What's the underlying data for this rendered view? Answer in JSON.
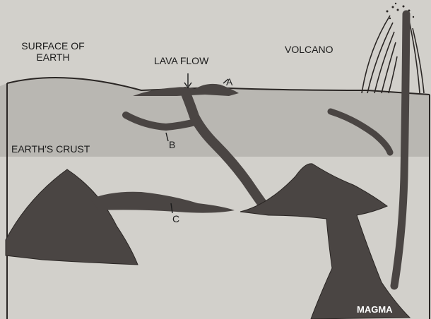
{
  "labels": {
    "surface": [
      "SURFACE OF",
      "EARTH"
    ],
    "lava_flow": "LAVA FLOW",
    "volcano": "VOLCANO",
    "earths_crust": "EARTH'S CRUST",
    "a": "A",
    "b": "B",
    "c": "C",
    "magma": "MAGMA"
  },
  "colors": {
    "background": "#d2d0cb",
    "crust": "#b9b7b2",
    "rock": "#4a4543",
    "outline": "#2a2624"
  }
}
